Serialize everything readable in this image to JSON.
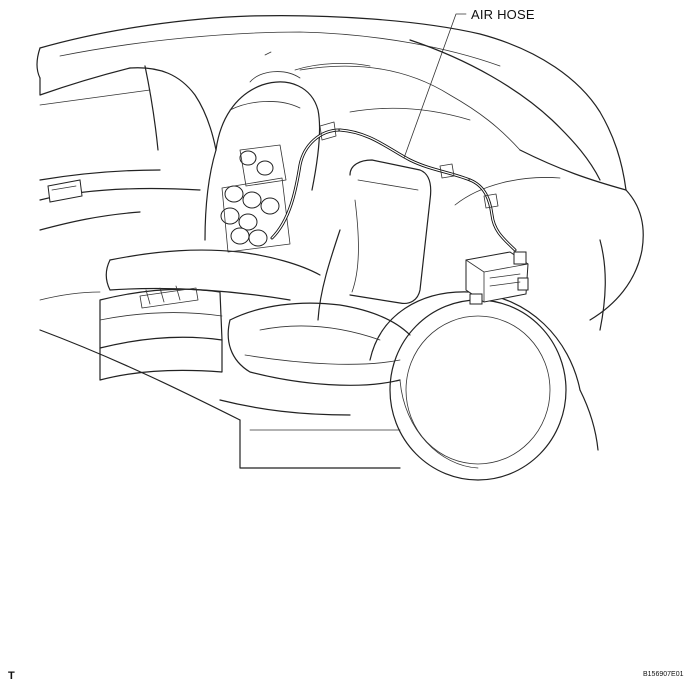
{
  "callouts": {
    "air_hose": "AIR HOSE"
  },
  "corner_mark": "T",
  "figure_code": "B156907E01",
  "colors": {
    "line": "#222222",
    "background": "#ffffff"
  }
}
